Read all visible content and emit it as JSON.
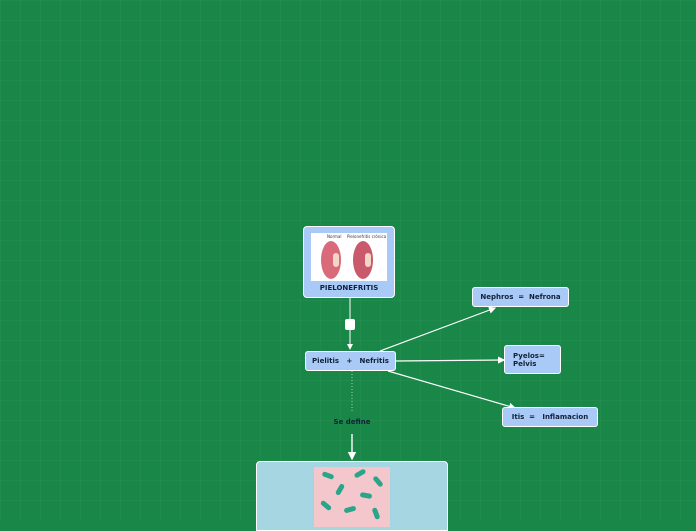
{
  "nodes": {
    "main": "PIELONEFRITIS",
    "main_image": {
      "left_label": "Normal",
      "right_label": "Pielonefritis crónica"
    },
    "pielitis": "Pielitis   +   Nefritis",
    "nephros": "Nephros  =  Nefrona",
    "pyelos": "Pyelos=\nPelvis",
    "itis": "Itis  =   Inflamacion",
    "define": "Se define"
  },
  "colors": {
    "background": "#188747",
    "node": "#a9c9f6",
    "bottom_node": "#a7d6e3",
    "line": "#ffffff"
  },
  "icons": [
    "kidney-illustration",
    "bacteria-illustration"
  ]
}
